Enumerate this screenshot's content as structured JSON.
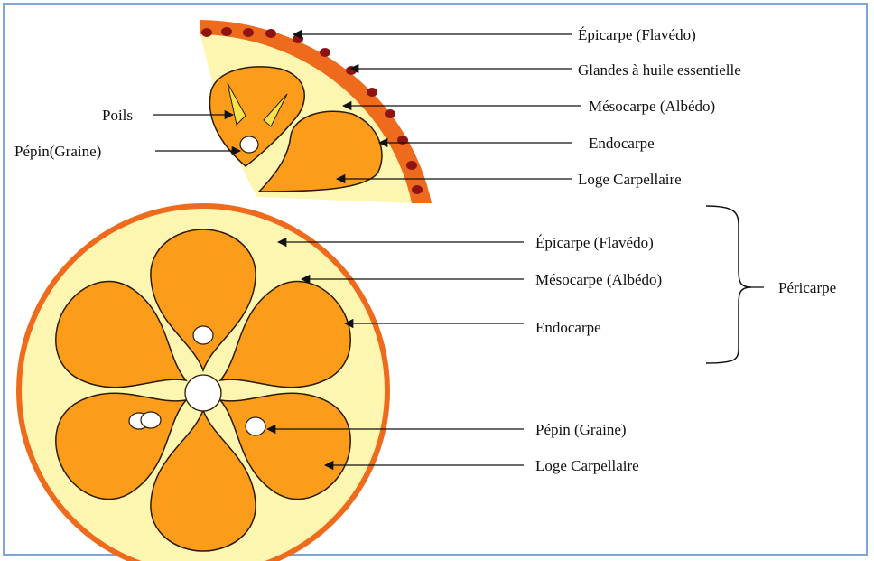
{
  "colors": {
    "flavedo": "#ee6a1c",
    "albedo": "#fdf6b0",
    "locule": "#fb9d1a",
    "oil_gland": "#8e1414",
    "hair": "#f2e44a",
    "seed": "#ffffff",
    "frame": "#7fa7d6"
  },
  "segment_view": {
    "labels": {
      "epicarpe": "Épicarpe (Flavédo)",
      "glandes": "Glandes à huile essentielle",
      "mesocarpe": "Mésocarpe (Albédo)",
      "endocarpe": "Endocarpe",
      "loge": "Loge Carpellaire",
      "poils": "Poils",
      "pepin": "Pépin(Graine)"
    }
  },
  "cross_section": {
    "labels": {
      "epicarpe": "Épicarpe (Flavédo)",
      "mesocarpe": "Mésocarpe (Albédo)",
      "endocarpe": "Endocarpe",
      "pericarpe": "Péricarpe",
      "pepin": "Pépin (Graine)",
      "loge": "Loge Carpellaire"
    }
  }
}
